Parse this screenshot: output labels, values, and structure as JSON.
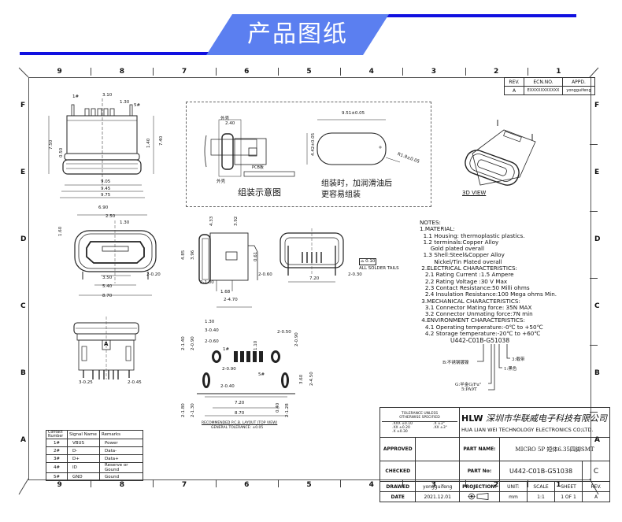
{
  "banner": {
    "title": "产品图纸",
    "color": "#5b7ff0",
    "line_color": "#1010e0"
  },
  "frame": {
    "columns": [
      "9",
      "8",
      "7",
      "6",
      "5",
      "4",
      "3",
      "2",
      "1"
    ],
    "rows": [
      "F",
      "E",
      "D",
      "C",
      "B",
      "A"
    ]
  },
  "revision_table": {
    "headers": [
      "REV.",
      "ECN.NO.",
      "APPD."
    ],
    "row": [
      "A",
      "EXXXXXXXXXXX",
      "yongguifeng"
    ]
  },
  "front_view": {
    "pin1_label": "1#",
    "pin5_label": "5#",
    "dims": [
      "3.10",
      "1.30",
      "7.50",
      "0.50",
      "1.40",
      "7.40",
      "9.05",
      "9.45",
      "9.75"
    ]
  },
  "assembly_box": {
    "label_shell_top": "外壳",
    "dim_240": "2.40",
    "label_pcb": "PCB板",
    "label_shell_bottom": "外壳",
    "caption_left": "组装示意图",
    "dim_width": "9.51±0.05",
    "dim_height": "4.42±0.05",
    "dim_radius": "R1.8±0.05",
    "caption_right_1": "组装时，加润滑油后",
    "caption_right_2": "更容易组装"
  },
  "view_3d": {
    "label": "3D VIEW"
  },
  "face_view": {
    "dims": [
      "6.90",
      "2.50",
      "1.30",
      "1.60",
      "3.50",
      "5.40",
      "8.70",
      "2-0.20"
    ]
  },
  "side_view": {
    "dims": [
      "4.33",
      "3.92",
      "4.85",
      "3.96",
      "0.61",
      "2-0.60",
      "2-1.00",
      "1.68",
      "2-4.70"
    ]
  },
  "back_view": {
    "dims": [
      "7.20",
      "2-0.30"
    ],
    "solder_tol": "0.10",
    "solder_label": "ALL SOLDER TAILS"
  },
  "bottom_view": {
    "mark": "A",
    "dims": [
      "3-0.25",
      "2-0.45"
    ]
  },
  "pcb_layout": {
    "dims": [
      "1.30",
      "3-0.40",
      "2-0.60",
      "2-1.40",
      "2-0.90",
      "1.10",
      "2-0.50",
      "2-0.90",
      "2-0.90",
      "2-0.40",
      "2-1.80",
      "2-1.30",
      "7.20",
      "8.70",
      "0.40",
      "2-1.28",
      "3.60",
      "2-4.50"
    ],
    "pin1": "1#",
    "pin5": "5#",
    "caption_1": "RECOMMENDED P.C.B. LAYOUT (TOP VIEW)",
    "caption_2": "GENERAL TOLERANCE: ±0.05"
  },
  "notes": {
    "lines": [
      "NOTES:",
      "1.MATERIAL:",
      "  1.1 Housing: thermoplastic plastics.",
      "  1.2 terminals:Copper Alloy",
      "      Gold plated overall",
      "  1.3 Shell:Steel&Copper Alloy",
      "        Nickel/Tin Plated overall",
      " 2.ELECTRICAL CHARACTERISTICS:",
      "   2.1 Rating Current :1.5 Ampere",
      "   2.2 Rating Voltage :30 V Max",
      "   2.3 Contact Resistance:50 Milli ohms",
      "   2.4 Insulation Resistance:100 Mega ohms Min.",
      " 3.MECHANICAL CHARACTERISTICS:",
      "   3.1 Connector Mating force: 35N MAX",
      "   3.2 Connector Unmating force:7N min",
      " 4.ENVIRONMENT CHARACTERISTICS:",
      "   4.1 Operating temperature:-0℃ to +50℃",
      "   4.2 Storage temperature:-20℃ to +60℃"
    ]
  },
  "part_code": {
    "code": "U442-C01B-G51038",
    "legend": [
      "B:不锈钢镀镍",
      "G:半金G/Fu\"",
      "5:PA9T",
      "1:黑色",
      "3:载带"
    ]
  },
  "pin_table": {
    "headers": [
      "Contact Number",
      "Signal Name",
      "Remarks"
    ],
    "rows": [
      [
        "1#",
        "VBUS",
        "Power"
      ],
      [
        "2#",
        "D-",
        "Data-"
      ],
      [
        "3#",
        "D+",
        "Data+"
      ],
      [
        "4#",
        "ID",
        "Reserve or Gound"
      ],
      [
        "5#",
        "GND",
        "Gound"
      ]
    ]
  },
  "title_block": {
    "tolerance_title_1": "TOLERANCE UNLESS",
    "tolerance_title_2": "OTHERWISE SPECIFIED",
    "tol_xxx": ".XXX ±0.10",
    "tol_xx": ".XX ±0.20",
    "tol_x": ".X ±0.30",
    "ang_x": ".X ±3°",
    "ang_xx": ".XX ±3°",
    "logo": "HLW",
    "company_cn": "深圳市华联威电子科技有限公司",
    "company_en": "HUA LIAN WEI TECHNOLOGY ELECTRONICS CO;LTD.",
    "approved_label": "APPROVED",
    "checked_label": "CHECKED",
    "drawed_label": "DRAWED",
    "drawed_value": "yongguifeng",
    "date_label": "DATE",
    "date_value": "2021.12.01",
    "part_name_label": "PART NAME:",
    "part_name_value": "MICRO 5P 短体6.35四脚SMT",
    "part_no_label": "PART No:",
    "part_no_value": "U442-C01B-G51038",
    "part_no_rev": "C",
    "projection_label": "PROJECTION:",
    "unit_label": "UNIT:",
    "unit_value": "mm",
    "scale_label": "SCALE",
    "scale_value": "1:1",
    "sheet_label": "SHEET",
    "sheet_value": "1 OF 1",
    "rev_label": "REV.",
    "rev_value": "A"
  }
}
